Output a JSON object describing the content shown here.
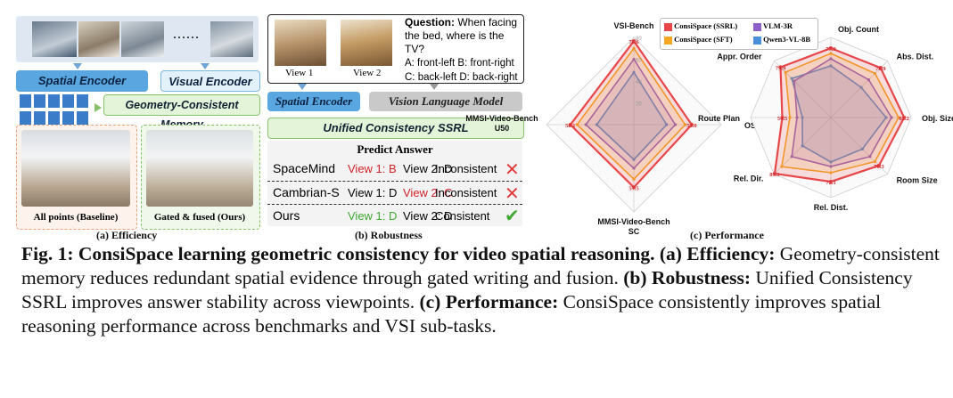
{
  "panel_a": {
    "dots": "......",
    "spatial_encoder": "Spatial Encoder",
    "visual_encoder": "Visual Encoder",
    "memory": "Geometry-Consistent Memory",
    "label_baseline": "All points (Baseline)",
    "label_ours": "Gated & fused (Ours)",
    "subcaption": "(a) Efficiency"
  },
  "panel_b": {
    "question_bold": "Question:",
    "question_text": "When facing the bed, where is the TV?",
    "options_line1": "A: front-left  B: front-right",
    "options_line2": "C: back-left D: back-right",
    "view1": "View 1",
    "view2": "View 2",
    "spatial_encoder": "Spatial Encoder",
    "vlm": "Vision Language Model",
    "ssrl": "Unified Consistency SSRL",
    "predict": "Predict Answer",
    "rows": [
      {
        "model": "SpaceMind",
        "v1": "View 1: B",
        "v2": "View 2: D",
        "status": "Inconsistent"
      },
      {
        "model": "Cambrian-S",
        "v1": "View 1: D",
        "v2": "View 2: C",
        "status": "Inconsistent"
      },
      {
        "model": "Ours",
        "v1": "View 1: D",
        "v2": "View 2: D",
        "status": "Consistent"
      }
    ],
    "subcaption": "(b) Robustness"
  },
  "panel_c": {
    "legend": [
      {
        "name": "ConsiSpace (SSRL)",
        "color": "#e8474a"
      },
      {
        "name": "ConsiSpace (SFT)",
        "color": "#f5a623"
      },
      {
        "name": "VLM-3R",
        "color": "#8e5fc7"
      },
      {
        "name": "Qwen3-VL-8B",
        "color": "#4a90d9"
      }
    ],
    "subcaption": "(c) Performance"
  },
  "chart_data": [
    {
      "type": "radar",
      "axes": [
        "VSI-Bench",
        "OSI-Bench",
        "MMSI-Video-Bench SC",
        "MMSI-Video-Bench U50"
      ],
      "series": [
        {
          "name": "ConsiSpace (SSRL)",
          "values": [
            76.6,
            53.0,
            57.5,
            58.1
          ]
        },
        {
          "name": "ConsiSpace (SFT)",
          "values": [
            70,
            47,
            50,
            52
          ]
        },
        {
          "name": "VLM-3R",
          "values": [
            60,
            38,
            40,
            44
          ]
        },
        {
          "name": "Qwen3-VL-8B",
          "values": [
            48,
            30,
            32,
            34
          ]
        }
      ],
      "value_labels": [
        "76.6",
        "53.0",
        "57.5",
        "58.1"
      ],
      "rmax": 80,
      "ticks": [
        "20",
        "40",
        "60",
        "80"
      ]
    },
    {
      "type": "radar",
      "axes": [
        "Obj. Count",
        "Abs. Dist.",
        "Obj. Size",
        "Room Size",
        "Rel. Dist.",
        "Rel. Dir.",
        "Route Plan",
        "Appr. Order"
      ],
      "series": [
        {
          "name": "ConsiSpace (SSRL)",
          "values": [
            77.9,
            78.9,
            82.2,
            76.3,
            72.1,
            89.1,
            54.5,
            79.9
          ]
        },
        {
          "name": "ConsiSpace (SFT)",
          "values": [
            72,
            70,
            76,
            70,
            62,
            78,
            46,
            72
          ]
        },
        {
          "name": "VLM-3R",
          "values": [
            66,
            60,
            68,
            62,
            55,
            62,
            38,
            58
          ]
        },
        {
          "name": "Qwen3-VL-8B",
          "values": [
            58,
            48,
            62,
            50,
            50,
            45,
            32,
            62
          ]
        }
      ],
      "value_labels": [
        "77.9",
        "78.9",
        "82.2",
        "76.3",
        "72.1",
        "89.1",
        "54.5",
        "79.9"
      ],
      "rmax": 90
    }
  ],
  "caption": {
    "fig": "Fig. 1:",
    "title": "ConsiSpace learning geometric consistency for video spatial reasoning.",
    "a_label": "(a) Efficiency:",
    "a_text": "Geometry-consistent memory reduces redundant spatial evidence through gated writing and fusion.",
    "b_label": "(b) Robustness:",
    "b_text": "Unified Consistency SSRL improves answer stability across viewpoints.",
    "c_label": "(c) Performance:",
    "c_text": "ConsiSpace consistently improves spatial reasoning performance across benchmarks and VSI sub-tasks."
  }
}
